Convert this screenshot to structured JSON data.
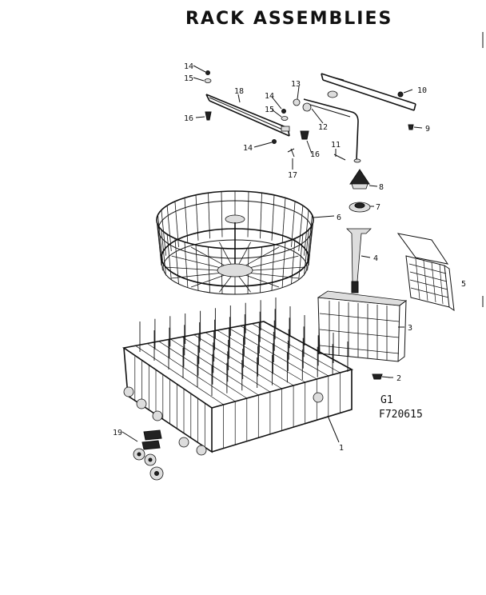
{
  "title": "RACK ASSEMBLIES",
  "code_line1": "G1",
  "code_line2": "F720615",
  "callouts": {
    "c1": "1",
    "c2": "2",
    "c3": "3",
    "c4": "4",
    "c5": "5",
    "c6": "6",
    "c7": "7",
    "c8": "8",
    "c9": "9",
    "c10": "10",
    "c11": "11",
    "c12": "12",
    "c13": "13",
    "c14a": "14",
    "c14b": "14",
    "c14c": "14",
    "c15a": "15",
    "c15b": "15",
    "c16a": "16",
    "c16b": "16",
    "c17": "17",
    "c18": "18",
    "c19": "19"
  }
}
